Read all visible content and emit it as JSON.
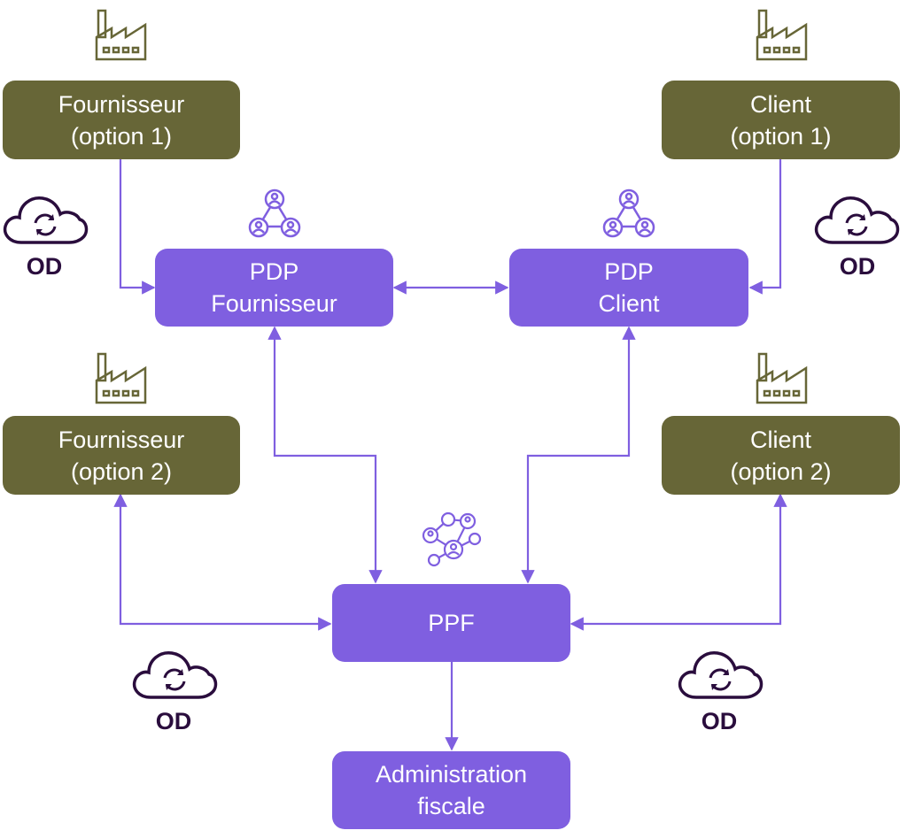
{
  "nodes": {
    "fournisseur_opt1": {
      "line1": "Fournisseur",
      "line2": "(option 1)"
    },
    "client_opt1": {
      "line1": "Client",
      "line2": "(option 1)"
    },
    "pdp_fournisseur": {
      "line1": "PDP",
      "line2": "Fournisseur"
    },
    "pdp_client": {
      "line1": "PDP",
      "line2": "Client"
    },
    "fournisseur_opt2": {
      "line1": "Fournisseur",
      "line2": "(option 2)"
    },
    "client_opt2": {
      "line1": "Client",
      "line2": "(option 2)"
    },
    "ppf": {
      "line1": "PPF"
    },
    "administration": {
      "line1": "Administration",
      "line2": "fiscale"
    }
  },
  "od_labels": {
    "top_left": "OD",
    "top_right": "OD",
    "bottom_left": "OD",
    "bottom_right": "OD"
  },
  "icons": {
    "factory": "factory-icon",
    "cloud_sync": "cloud-sync-icon",
    "network": "network-people-icon"
  },
  "colors": {
    "olive": "#676637",
    "purple": "#7f5fe0",
    "arrow": "#7f5fe0",
    "od_text": "#2a0d3d"
  }
}
